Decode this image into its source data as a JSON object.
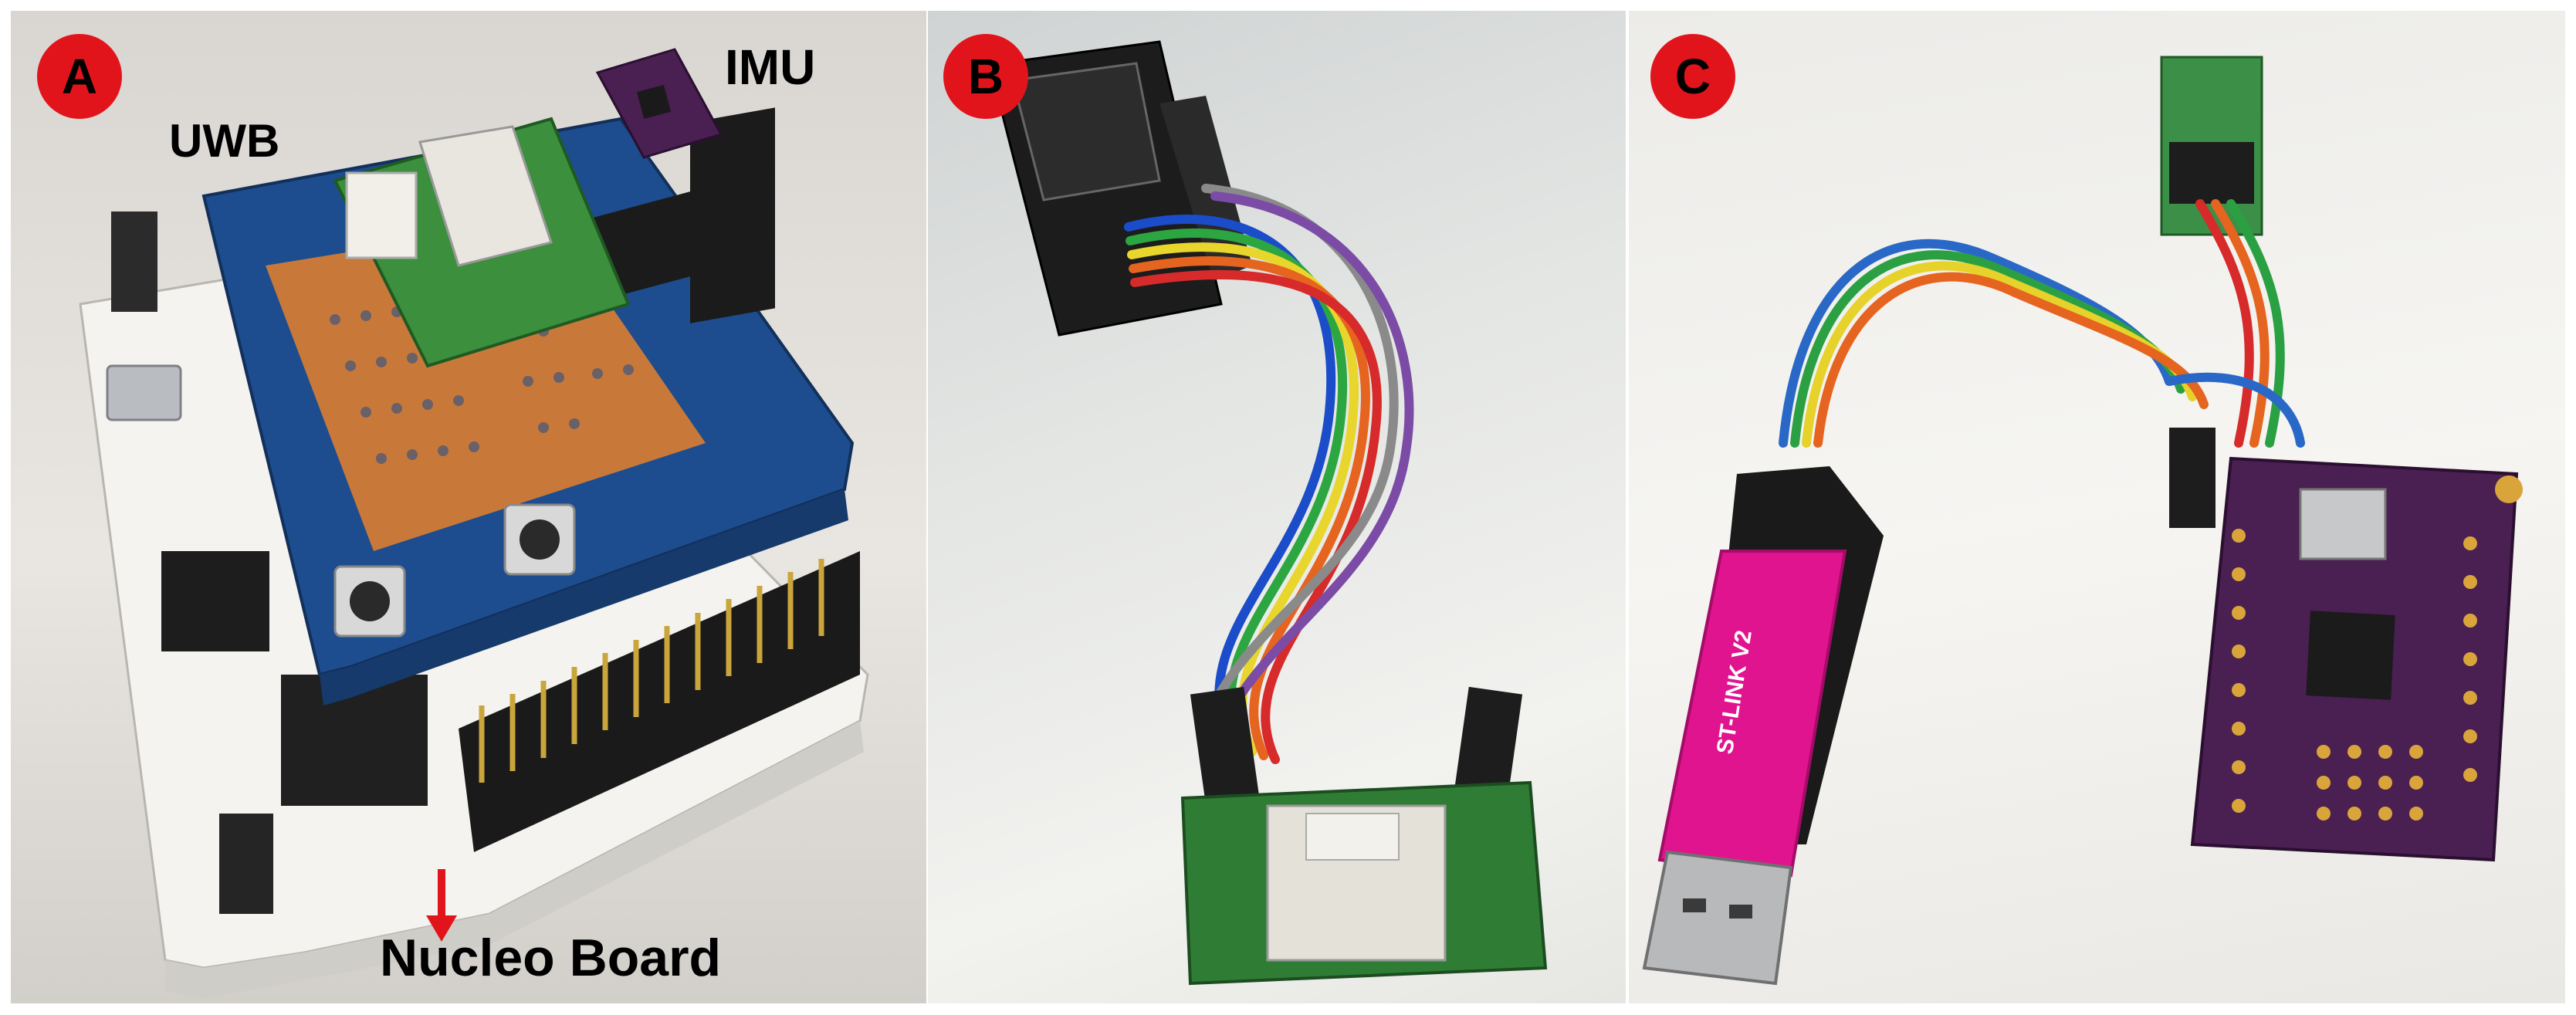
{
  "panels": [
    {
      "badge": "A",
      "labels": {
        "uwb": "UWB",
        "imu": "IMU",
        "nucleo": "Nucleo Board"
      }
    },
    {
      "badge": "B"
    },
    {
      "badge": "C",
      "stick_text": "ST-LINK V2"
    }
  ],
  "colors": {
    "badge": "#e1141c",
    "arrow": "#e1141c",
    "pcb_blue": "#1d4d8f",
    "pcb_purple": "#4a1f52",
    "stick_pink": "#e0148f"
  }
}
